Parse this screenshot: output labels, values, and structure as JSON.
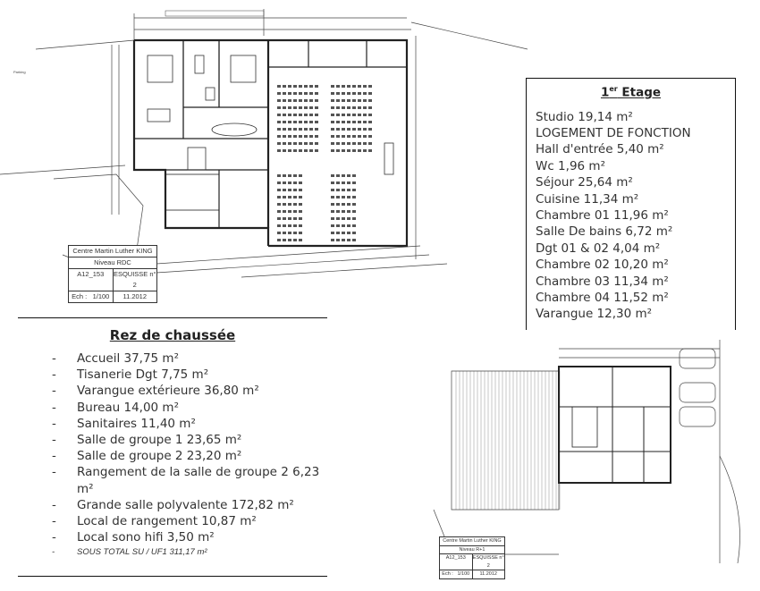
{
  "rdc_plan": {
    "title_block": {
      "project": "Centre Martin Luther KING",
      "level": "Niveau RDC",
      "ref": "A12_153",
      "phase": "ESQUISSE n° 2",
      "scale_label": "Ech :",
      "scale": "1/100",
      "date": "11.2012"
    }
  },
  "r1_plan": {
    "title_block": {
      "project": "Centre Martin Luther KING",
      "level": "Niveau R+1",
      "ref": "A12_153",
      "phase": "ESQUISSE n° 2",
      "scale_label": "Ech :",
      "scale": "1/100",
      "date": "11.2012"
    }
  },
  "rez_de_chaussee": {
    "title": "Rez de chaussée",
    "items": [
      "Accueil 37,75 m²",
      "Tisanerie Dgt 7,75 m²",
      "Varangue extérieure 36,80 m²",
      "Bureau 14,00 m²",
      "Sanitaires 11,40 m²",
      "Salle de groupe 1 23,65 m²",
      "Salle de groupe 2 23,20 m²",
      "Rangement de la salle de groupe 2 6,23 m²",
      "Grande salle polyvalente 172,82 m²",
      "Local de rangement 10,87 m²",
      "Local sono hifi 3,50 m²"
    ],
    "total": "SOUS TOTAL SU / UF1 311,17 m²"
  },
  "premier_etage": {
    "title_num": "1",
    "title_sup": "er",
    "title_rest": " Etage",
    "items": [
      "Studio 19,14 m²",
      "LOGEMENT DE FONCTION",
      "Hall d'entrée 5,40 m²",
      "Wc 1,96 m²",
      "Séjour 25,64 m²",
      "Cuisine 11,34 m²",
      "Chambre 01 11,96 m²",
      "Salle De bains 6,72 m²",
      "Dgt 01 & 02 4,04 m²",
      "Chambre 02 10,20 m²",
      "Chambre 03 11,34 m²",
      "Chambre 04 11,52 m²",
      "Varangue 12,30 m²"
    ]
  }
}
